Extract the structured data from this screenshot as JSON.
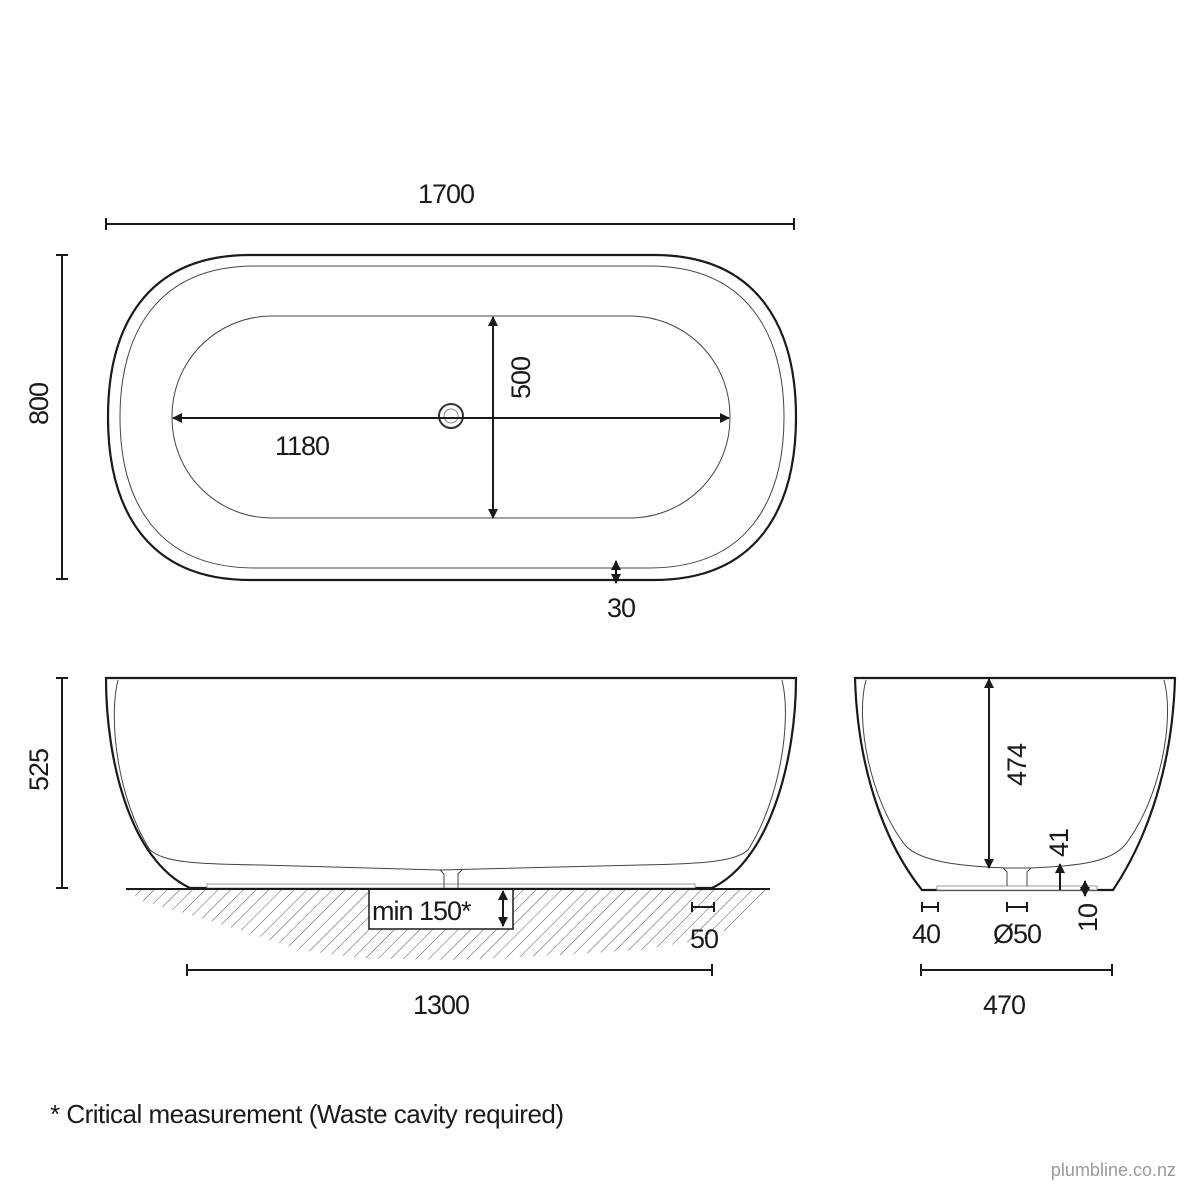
{
  "dimensions": {
    "overall_length": "1700",
    "overall_width": "800",
    "basin_length": "1180",
    "basin_width": "500",
    "rim_thickness": "30",
    "overall_height": "525",
    "waste_cavity": "min 150*",
    "base_inset": "50",
    "base_length": "1300",
    "internal_depth": "474",
    "waste_height": "41",
    "base_height": "10",
    "end_inset": "40",
    "waste_diameter": "Ø50",
    "base_width": "470"
  },
  "footnote": "* Critical measurement (Waste cavity required)",
  "watermark": "plumbline.co.nz",
  "colors": {
    "line": "#1a1a1a",
    "watermark": "#9a9a9a"
  }
}
